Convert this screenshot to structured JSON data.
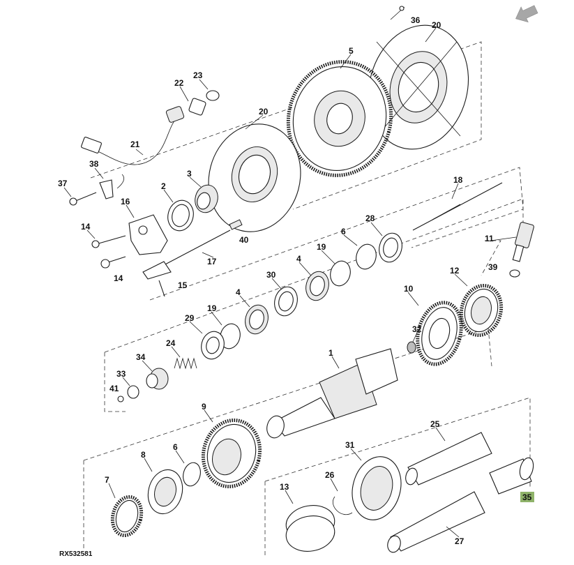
{
  "diagram": {
    "reference_code": "RX532581",
    "highlight_color": "#8fb36a",
    "back_arrow_icon": "back-arrow-icon",
    "callouts": [
      "36",
      "20",
      "5",
      "22",
      "23",
      "20",
      "21",
      "38",
      "37",
      "3",
      "2",
      "16",
      "14",
      "40",
      "18",
      "28",
      "11",
      "6",
      "19",
      "17",
      "4",
      "30",
      "39",
      "14",
      "15",
      "12",
      "10",
      "19",
      "4",
      "29",
      "24",
      "32",
      "34",
      "1",
      "33",
      "41",
      "9",
      "25",
      "8",
      "6",
      "31",
      "7",
      "26",
      "13",
      "35",
      "27"
    ],
    "highlighted_callout": "35"
  }
}
